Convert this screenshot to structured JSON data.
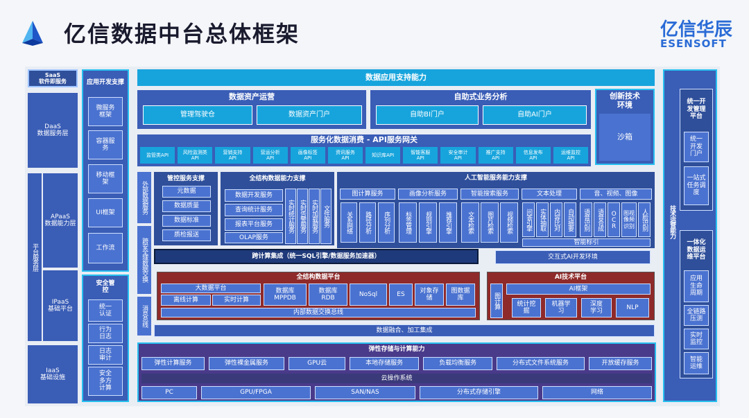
{
  "header": {
    "title": "亿信数据中台总体框架",
    "logo_cn": "亿信华辰",
    "logo_en": "ESENSOFT"
  },
  "left": {
    "saas": "SaaS\n软件即服务",
    "daas": "DaaS\n数据服务层",
    "paas": "平台服务层",
    "apaas": "APaaS\n数据能力层",
    "ipaas": "IPaaS\n基础平台",
    "iaas": "IaaS\n基础设施"
  },
  "app_dev": {
    "title": "应用开发支撑",
    "items": [
      "微服务框架",
      "容器服务",
      "移动框架",
      "UI框架",
      "工作流"
    ]
  },
  "security": {
    "title": "安全管控",
    "items": [
      "统一认证",
      "行为日志",
      "日志审计",
      "安全多方计算"
    ]
  },
  "top_bar": "数据应用支持能力",
  "asset_ops": {
    "title": "数据资产运营",
    "items": [
      "管理驾驶仓",
      "数据资产门户"
    ]
  },
  "self_service": {
    "title": "自助式业务分析",
    "items": [
      "自助BI门户",
      "自助AI门户"
    ]
  },
  "innovation": {
    "title": "创新技术环境",
    "sandbox": "沙箱"
  },
  "api_gw": {
    "title": "服务化数据消费 - API服务网关",
    "items": [
      "监管类API",
      "风险监测类API",
      "营销支持API",
      "营运分析API",
      "画像标签API",
      "资讯服务API",
      "知识库API",
      "智能客服API",
      "安全审计API",
      "推广支持API",
      "信息发布API",
      "运维监控API"
    ]
  },
  "ext_service": "外部数据服务",
  "cross_domain": "跨安全域数据交换",
  "msg_bus": "消息总线",
  "control": {
    "title": "管控服务支撑",
    "items": [
      "元数据",
      "数据质量",
      "数据标准",
      "质检报送"
    ]
  },
  "struct_cap": {
    "title": "全结构数据能力支撑",
    "items": [
      "数据开发服务",
      "查询统计服务",
      "报表平台服务",
      "OLAP服务"
    ],
    "vert": [
      "实时统计服务",
      "实时告警服务",
      "实时加载服务",
      "文件服务"
    ]
  },
  "ai_cap": {
    "title": "人工智能服务能力支撑",
    "graph": {
      "title": "图计算服务",
      "items": [
        "关系网络",
        "路径分析",
        "序列分析"
      ]
    },
    "image": {
      "title": "画像分析服务",
      "items": [
        "标签管理",
        "规则引擎",
        "推荐引擎"
      ]
    },
    "search": {
      "title": "智能搜索服务",
      "items": [
        "文本检索",
        "图片检索",
        "视频检索"
      ]
    },
    "text": {
      "title": "文本处理",
      "items": [
        "问答引擎",
        "实体抽取",
        "内容比对",
        "自动摘要"
      ]
    },
    "av": {
      "title": "音、视频、图像",
      "items": [
        "语音识别",
        "语音合成",
        "OCR",
        "图视像频识别",
        "人脸识别"
      ]
    },
    "tag": "智能标引"
  },
  "cross_compute": "跨计算集成（统一SQL引擎/数据服务加速器）",
  "ai_env": "交互式AI开发环境",
  "struct_platform": {
    "title": "全结构数据平台",
    "bigdata": "大数据平台",
    "offline": "离线计算",
    "realtime": "实时计算",
    "items": [
      "数据库MPPDB",
      "数据库RDB",
      "NoSql",
      "ES",
      "对象存储",
      "图数据库"
    ],
    "bus": "内部数据交换总线"
  },
  "ai_platform": {
    "title": "AI技术平台",
    "graph": "图计算",
    "framework": "AI框架",
    "items": [
      "统计挖掘",
      "机器学习",
      "深度学习",
      "NLP"
    ]
  },
  "fusion": "数据融合、加工集成",
  "storage": {
    "title": "弹性存储与计算能力",
    "row1": [
      "弹性计算服务",
      "弹性裸金属服务",
      "GPU云",
      "本地存储服务",
      "负载均衡服务",
      "分布式文件系统服务",
      "开放缓存服务"
    ],
    "cloud_os": "云操作系统",
    "row2": [
      "PC",
      "GPU/FPGA",
      "SAN/NAS",
      "分布式存储引擎",
      "网络"
    ]
  },
  "right": {
    "title": "技术运营能力",
    "dev_title": "统一开发管理平台",
    "dev_items": [
      "统一开发门户",
      "一站式任务调度"
    ],
    "ops_title": "一体化数据运维平台",
    "ops_items": [
      "应用生命周期",
      "全链路压测",
      "实时监控",
      "智能运维"
    ]
  }
}
